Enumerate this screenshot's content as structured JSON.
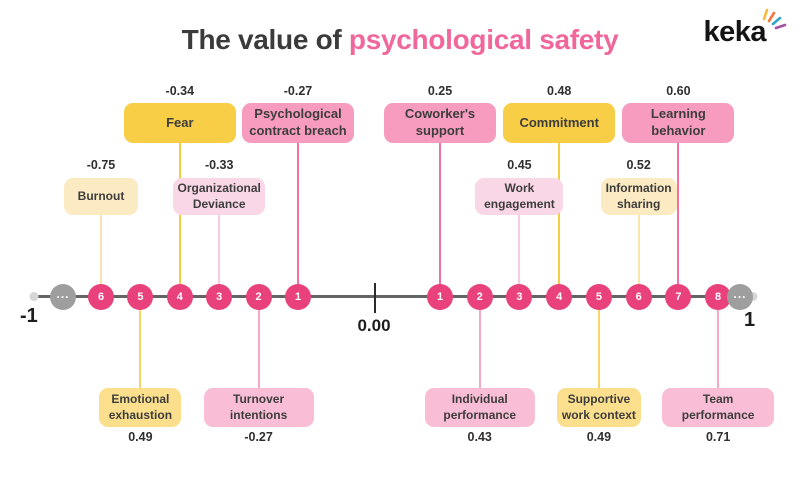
{
  "title": {
    "prefix": "The value of",
    "highlight": "psychological safety"
  },
  "logo": {
    "text": "keka",
    "rays_icon": "logo-rays-icon",
    "rays_colors": [
      "#F6B93B",
      "#EE7A3D",
      "#2FA8C5",
      "#A4509F"
    ]
  },
  "axis": {
    "left_label": "-1",
    "zero_label": "0.00",
    "right_label": "1",
    "ellipsis": "...",
    "left_markers": [
      "6",
      "5",
      "4",
      "3",
      "2",
      "1"
    ],
    "right_markers": [
      "1",
      "2",
      "3",
      "4",
      "5",
      "6",
      "7",
      "8"
    ]
  },
  "palette": {
    "accent_pink": "#F0679C",
    "title_dark": "#3B3B3B",
    "marker_pink": "#E8417B",
    "marker_gray": "#9E9E9E",
    "axis_gray": "#646464",
    "themes": {
      "gold": {
        "box": "#F8CE47",
        "line": "#F5CB41"
      },
      "strong-pink": {
        "box": "#F79CBE",
        "line": "#F1709F"
      },
      "cream": {
        "box": "#FBEAC2",
        "line": "#F9E5AC"
      },
      "pale-pink": {
        "box": "#FAD7E7",
        "line": "#F7CCE0"
      },
      "mid-yellow": {
        "box": "#FBDF8D",
        "line": "#F7D469"
      },
      "mid-pink": {
        "box": "#F9BDD6",
        "line": "#F7A8C8"
      }
    }
  },
  "items": [
    {
      "id": "burnout",
      "lines": [
        "Burnout"
      ],
      "value": "-0.75",
      "side": "negative",
      "rank": 6,
      "tier": "top-inner",
      "theme": "cream"
    },
    {
      "id": "emotional-exhaustion",
      "lines": [
        "Emotional",
        "exhaustion"
      ],
      "value": "0.49",
      "side": "negative",
      "rank": 5,
      "tier": "bottom",
      "theme": "mid-yellow"
    },
    {
      "id": "fear",
      "lines": [
        "Fear"
      ],
      "value": "-0.34",
      "side": "negative",
      "rank": 4,
      "tier": "top-outer",
      "theme": "gold"
    },
    {
      "id": "organizational-deviance",
      "lines": [
        "Organizational",
        "Deviance"
      ],
      "value": "-0.33",
      "side": "negative",
      "rank": 3,
      "tier": "top-inner",
      "theme": "pale-pink"
    },
    {
      "id": "turnover-intentions",
      "lines": [
        "Turnover",
        "intentions"
      ],
      "value": "-0.27",
      "side": "negative",
      "rank": 2,
      "tier": "bottom",
      "theme": "mid-pink"
    },
    {
      "id": "psychological-contract-breach",
      "lines": [
        "Psychological",
        "contract breach"
      ],
      "value": "-0.27",
      "side": "negative",
      "rank": 1,
      "tier": "top-outer",
      "theme": "strong-pink"
    },
    {
      "id": "coworkers-support",
      "lines": [
        "Coworker's",
        "support"
      ],
      "value": "0.25",
      "side": "positive",
      "rank": 1,
      "tier": "top-outer",
      "theme": "strong-pink"
    },
    {
      "id": "individual-performance",
      "lines": [
        "Individual",
        "performance"
      ],
      "value": "0.43",
      "side": "positive",
      "rank": 2,
      "tier": "bottom",
      "theme": "mid-pink"
    },
    {
      "id": "work-engagement",
      "lines": [
        "Work",
        "engagement"
      ],
      "value": "0.45",
      "side": "positive",
      "rank": 3,
      "tier": "top-inner",
      "theme": "pale-pink"
    },
    {
      "id": "commitment",
      "lines": [
        "Commitment"
      ],
      "value": "0.48",
      "side": "positive",
      "rank": 4,
      "tier": "top-outer",
      "theme": "gold"
    },
    {
      "id": "supportive-work-context",
      "lines": [
        "Supportive",
        "work context"
      ],
      "value": "0.49",
      "side": "positive",
      "rank": 5,
      "tier": "bottom",
      "theme": "mid-yellow"
    },
    {
      "id": "information-sharing",
      "lines": [
        "Information",
        "sharing"
      ],
      "value": "0.52",
      "side": "positive",
      "rank": 6,
      "tier": "top-inner",
      "theme": "cream"
    },
    {
      "id": "learning-behavior",
      "lines": [
        "Learning",
        "behavior"
      ],
      "value": "0.60",
      "side": "positive",
      "rank": 7,
      "tier": "top-outer",
      "theme": "strong-pink"
    },
    {
      "id": "team-performance",
      "lines": [
        "Team",
        "performance"
      ],
      "value": "0.71",
      "side": "positive",
      "rank": 8,
      "tier": "bottom",
      "theme": "mid-pink"
    }
  ],
  "chart_data": {
    "type": "scatter",
    "variant": "correlation-number-line",
    "title": "The value of psychological safety",
    "axis_range": [
      -1,
      1
    ],
    "zero_label": "0.00",
    "points": [
      {
        "label": "Burnout",
        "value": -0.75,
        "rank": 6,
        "side": "negative"
      },
      {
        "label": "Emotional exhaustion",
        "value": 0.49,
        "rank": 5,
        "side": "negative"
      },
      {
        "label": "Fear",
        "value": -0.34,
        "rank": 4,
        "side": "negative"
      },
      {
        "label": "Organizational Deviance",
        "value": -0.33,
        "rank": 3,
        "side": "negative"
      },
      {
        "label": "Turnover intentions",
        "value": -0.27,
        "rank": 2,
        "side": "negative"
      },
      {
        "label": "Psychological contract breach",
        "value": -0.27,
        "rank": 1,
        "side": "negative"
      },
      {
        "label": "Coworker's support",
        "value": 0.25,
        "rank": 1,
        "side": "positive"
      },
      {
        "label": "Individual performance",
        "value": 0.43,
        "rank": 2,
        "side": "positive"
      },
      {
        "label": "Work engagement",
        "value": 0.45,
        "rank": 3,
        "side": "positive"
      },
      {
        "label": "Commitment",
        "value": 0.48,
        "rank": 4,
        "side": "positive"
      },
      {
        "label": "Supportive work context",
        "value": 0.49,
        "rank": 5,
        "side": "positive"
      },
      {
        "label": "Information sharing",
        "value": 0.52,
        "rank": 6,
        "side": "positive"
      },
      {
        "label": "Learning behavior",
        "value": 0.6,
        "rank": 7,
        "side": "positive"
      },
      {
        "label": "Team performance",
        "value": 0.71,
        "rank": 8,
        "side": "positive"
      }
    ]
  }
}
